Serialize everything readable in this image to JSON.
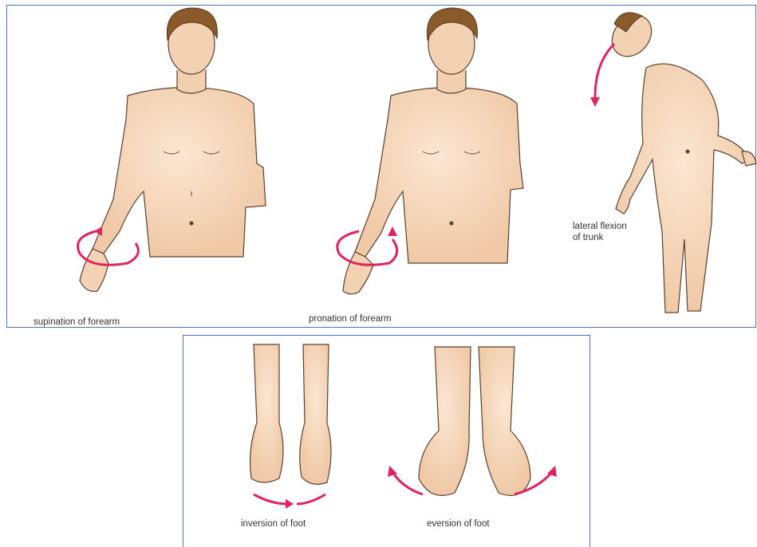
{
  "figures": {
    "supination": {
      "label": "supination of forearm",
      "icon": "supination-figure"
    },
    "pronation": {
      "label": "pronation of forearm",
      "icon": "pronation-figure"
    },
    "lateral_flexion": {
      "label_line1": "lateral flexion",
      "label_line2": "of trunk",
      "icon": "lateral-flexion-figure"
    },
    "inversion": {
      "label": "inversion of foot",
      "icon": "inversion-feet"
    },
    "eversion": {
      "label": "eversion of foot",
      "icon": "eversion-feet"
    }
  },
  "colors": {
    "frame": "#4a76b6",
    "arrow": "#e0245e",
    "skin": "#f3d2b3",
    "hair": "#8a5a2b",
    "outline": "#5a4030"
  }
}
